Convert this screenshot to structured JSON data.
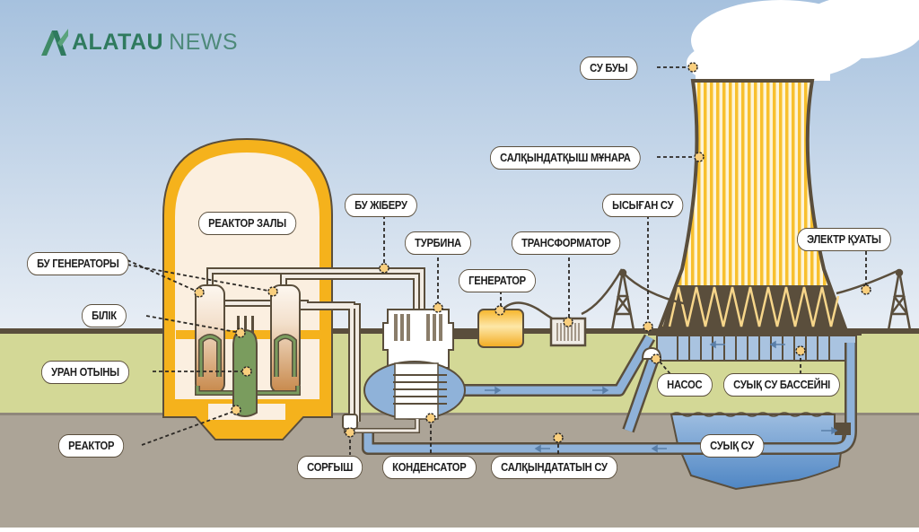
{
  "brand": {
    "bold": "ALATAU",
    "light": "NEWS"
  },
  "labels": {
    "steam": "СУ БУЫ",
    "cooling_tower": "САЛҚЫНДАТҚЫШ МҰНАРА",
    "reactor_hall": "РЕАКТОР ЗАЛЫ",
    "steam_release": "БУ ЖІБЕРУ",
    "turbine": "ТУРБИНА",
    "transformer": "ТРАНСФОРМАТОР",
    "hot_water": "ЫСЫҒАН СУ",
    "generator": "ГЕНЕРАТОР",
    "steam_generators": "БУ ГЕНЕРАТОРЫ",
    "electric_power": "ЭЛЕКТР ҚУАТЫ",
    "rod": "БІЛІК",
    "uranium_fuel": "УРАН ОТЫНЫ",
    "pump": "НАСОС",
    "cold_water_basin": "СУЫҚ СУ БАССЕЙНІ",
    "cold_water": "СУЫҚ СУ",
    "reactor": "РЕАКТОР",
    "pump_small": "СОРҒЫШ",
    "condenser": "КОНДЕНСАТОР",
    "cooling_water": "САЛҚЫНДАТАТЫН СУ"
  },
  "colors": {
    "sky_top": "#a7c2df",
    "sky_bottom": "#e6edf5",
    "grass": "#d3d896",
    "ground": "#aca497",
    "outline": "#5a4e3c",
    "containment": "#f5b21c",
    "containment_fill": "#fbefe0",
    "water": "#7ea5d2",
    "fuel": "#7a9c5e",
    "tower_stripe": "#f8c02e",
    "marker": "#f9cf7e",
    "brand_green": "#2f7a5e"
  }
}
